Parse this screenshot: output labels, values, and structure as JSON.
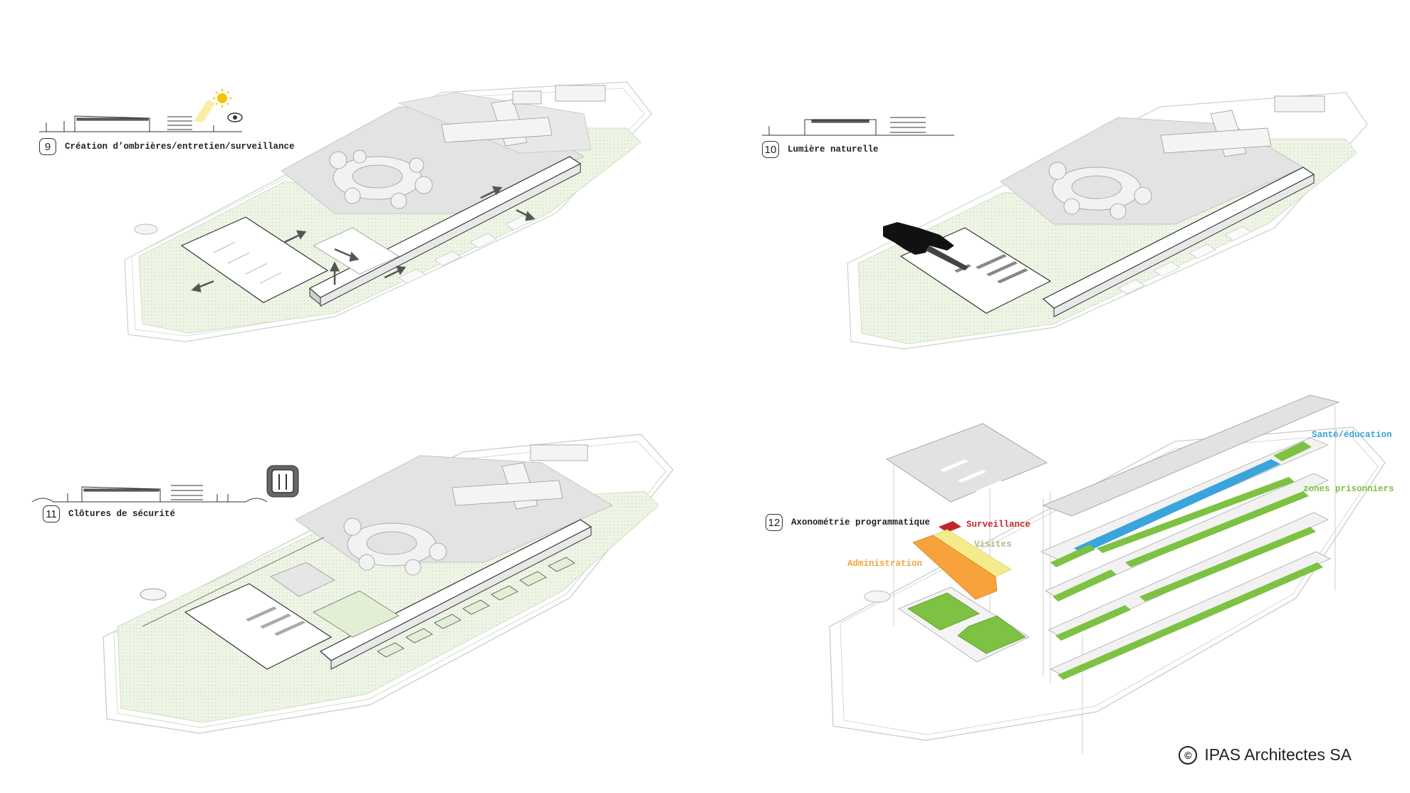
{
  "panels": [
    {
      "number": "9",
      "caption": "Création d’ombrières/entretien/surveillance"
    },
    {
      "number": "10",
      "caption": "Lumière naturelle"
    },
    {
      "number": "11",
      "caption": "Clôtures de sécurité"
    },
    {
      "number": "12",
      "caption": "Axonométrie programmatique"
    }
  ],
  "program_labels": {
    "surveillance": "Surveillance",
    "visites": "Visites",
    "administration": "Administration",
    "sante": "Santé/éducation",
    "zones": "zones prisonniers"
  },
  "colors": {
    "surveillance": "#c0272d",
    "visites": "#f4ec8c",
    "administration": "#f7a23b",
    "sante": "#3aa4dc",
    "zones": "#7dc242",
    "green_lawn": "#e6f0d8"
  },
  "copyright": {
    "symbol": "©",
    "text": "IPAS Architectes SA"
  }
}
